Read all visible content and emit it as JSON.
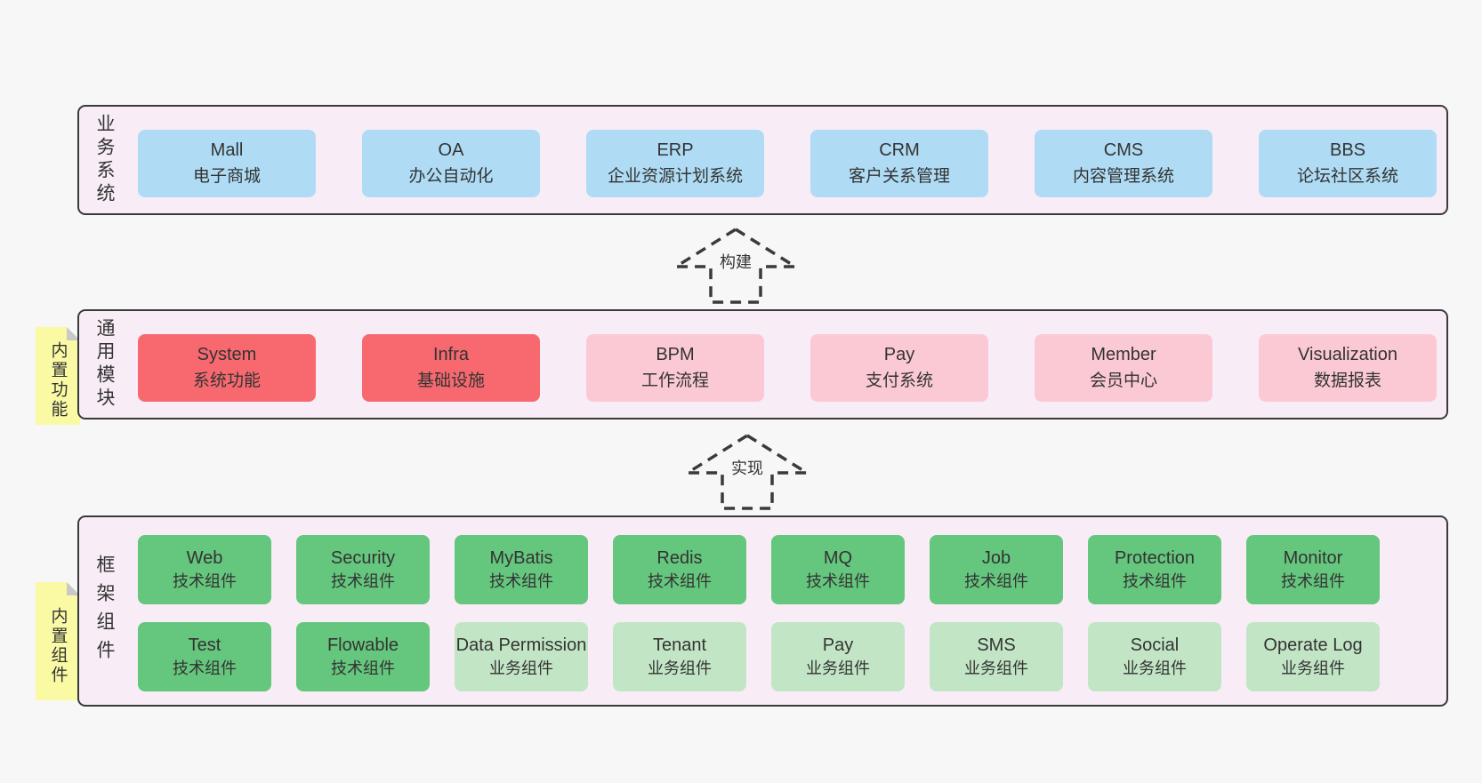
{
  "colors": {
    "page_bg": "#f7f7f7",
    "band_bg": "#f8edf6",
    "border": "#3a3a3a",
    "blue": "#afdcf4",
    "red": "#f7696f",
    "pink": "#fbc9d3",
    "green": "#65c67d",
    "light_green": "#c2e6c5",
    "note_yellow": "#fafaa4"
  },
  "arrows": {
    "build": "构建",
    "implement": "实现"
  },
  "band1": {
    "label": "业务系统",
    "boxes": [
      {
        "t": "Mall",
        "s": "电子商城"
      },
      {
        "t": "OA",
        "s": "办公自动化"
      },
      {
        "t": "ERP",
        "s": "企业资源计划系统"
      },
      {
        "t": "CRM",
        "s": "客户关系管理"
      },
      {
        "t": "CMS",
        "s": "内容管理系统"
      },
      {
        "t": "BBS",
        "s": "论坛社区系统"
      }
    ]
  },
  "band2": {
    "label": "通用模块",
    "note": "内置功能",
    "boxes": [
      {
        "t": "System",
        "s": "系统功能"
      },
      {
        "t": "Infra",
        "s": "基础设施"
      },
      {
        "t": "BPM",
        "s": "工作流程"
      },
      {
        "t": "Pay",
        "s": "支付系统"
      },
      {
        "t": "Member",
        "s": "会员中心"
      },
      {
        "t": "Visualization",
        "s": "数据报表"
      }
    ]
  },
  "band3": {
    "label": "框架组件",
    "note": "内置组件",
    "row1": [
      {
        "t": "Web",
        "s": "技术组件"
      },
      {
        "t": "Security",
        "s": "技术组件"
      },
      {
        "t": "MyBatis",
        "s": "技术组件"
      },
      {
        "t": "Redis",
        "s": "技术组件"
      },
      {
        "t": "MQ",
        "s": "技术组件"
      },
      {
        "t": "Job",
        "s": "技术组件"
      },
      {
        "t": "Protection",
        "s": "技术组件"
      },
      {
        "t": "Monitor",
        "s": "技术组件"
      }
    ],
    "row2": [
      {
        "t": "Test",
        "s": "技术组件"
      },
      {
        "t": "Flowable",
        "s": "技术组件"
      },
      {
        "t": "Data Permission",
        "s": "业务组件"
      },
      {
        "t": "Tenant",
        "s": "业务组件"
      },
      {
        "t": "Pay",
        "s": "业务组件"
      },
      {
        "t": "SMS",
        "s": "业务组件"
      },
      {
        "t": "Social",
        "s": "业务组件"
      },
      {
        "t": "Operate Log",
        "s": "业务组件"
      }
    ]
  }
}
